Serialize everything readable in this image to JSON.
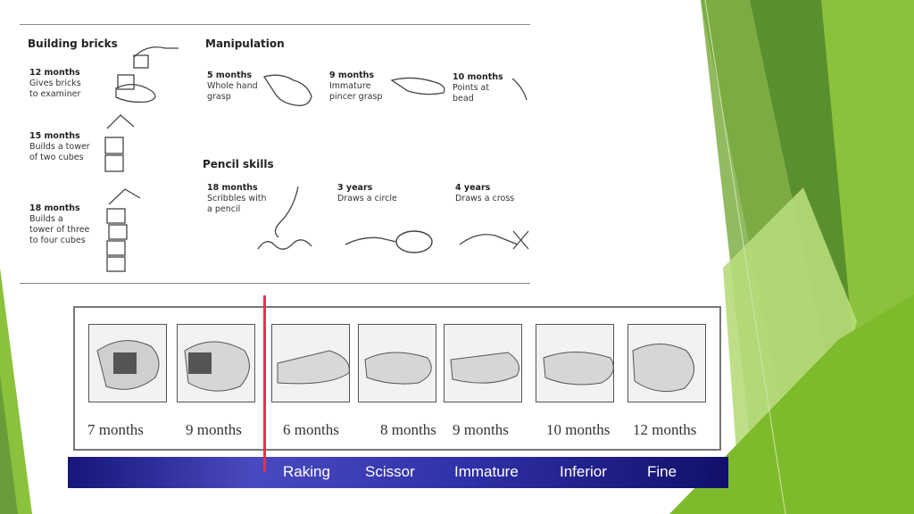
{
  "building_bricks": {
    "title": "Building bricks",
    "items": [
      {
        "age": "12 months",
        "desc": "Gives bricks\nto examiner"
      },
      {
        "age": "15 months",
        "desc": "Builds a tower\nof two cubes"
      },
      {
        "age": "18 months",
        "desc": "Builds a\ntower of three\nto four cubes"
      }
    ]
  },
  "manipulation": {
    "title": "Manipulation",
    "items": [
      {
        "age": "5 months",
        "desc": "Whole hand\ngrasp"
      },
      {
        "age": "9 months",
        "desc": "Immature\npincer grasp"
      },
      {
        "age": "10 months",
        "desc": "Points at\nbead"
      }
    ]
  },
  "pencil_skills": {
    "title": "Pencil skills",
    "items": [
      {
        "age": "18 months",
        "desc": "Scribbles with\na pencil"
      },
      {
        "age": "3 years",
        "desc": "Draws a circle"
      },
      {
        "age": "4 years",
        "desc": "Draws a cross"
      }
    ]
  },
  "grasp_photos": {
    "ages": [
      "7 months",
      "9 months",
      "6 months",
      "8 months",
      "9 months",
      "10 months",
      "12 months"
    ]
  },
  "grasp_bar": {
    "labels": [
      "Raking",
      "Scissor",
      "Immature",
      "Inferior",
      "Fine"
    ]
  },
  "colors": {
    "bar_dark": "#15157a",
    "divider": "#e0344a",
    "green_light": "#9ccc3c",
    "green_dark": "#5a8f2e"
  }
}
